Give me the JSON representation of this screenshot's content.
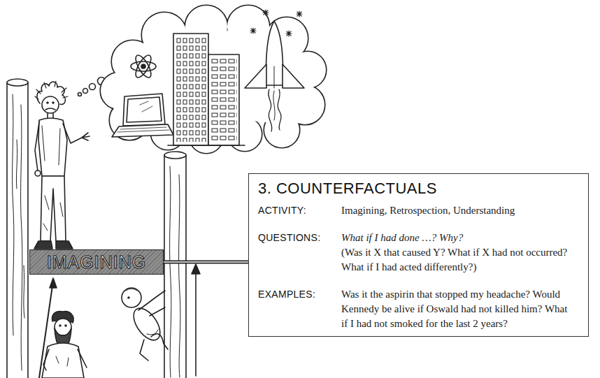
{
  "diagram": {
    "nodes": [
      {
        "text": [
          "3. COUNTERFACTUALS",
          "ACTIVITY:",
          "Imagining, Retrospection, Understanding",
          "QUESTIONS:",
          "What if I had done …? Why?",
          "(Was it X that caused Y? What if X had not occurred? What if I had acted differently?)",
          "EXAMPLES:",
          "Was it the aspirin that stopped my headache? Would Kennedy be alive if Oswald had not killed him? What if I had not smoked for the last 2 years?"
        ]
      },
      {
        "text": [
          "IMAGINING"
        ]
      }
    ],
    "edges": [
      {
        "from": 1,
        "to": 0,
        "arrow": "none"
      }
    ]
  }
}
